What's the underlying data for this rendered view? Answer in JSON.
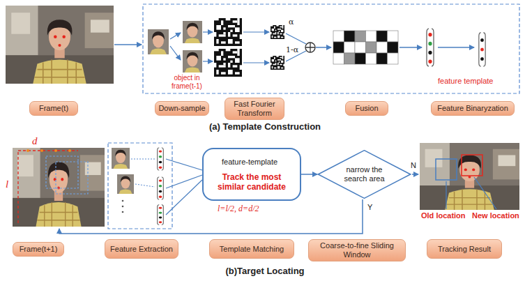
{
  "diagram": {
    "nodes": [
      {
        "text": [
          "Frame(t)"
        ]
      },
      {
        "text": [
          "Down-sample"
        ]
      },
      {
        "text": [
          "Fast Fourier Transform"
        ]
      },
      {
        "text": [
          "Fusion"
        ]
      },
      {
        "text": [
          "Feature Binaryzation"
        ]
      },
      {
        "text": [
          "feature-template",
          "Track the most similar candidate"
        ]
      },
      {
        "text": [
          "narrow the search area"
        ]
      },
      {
        "text": [
          "Frame(t+1)"
        ]
      },
      {
        "text": [
          "Feature Extraction"
        ]
      },
      {
        "text": [
          "Template Matching"
        ]
      },
      {
        "text": [
          "Coarse-to-fine Sliding Window"
        ]
      },
      {
        "text": [
          "Tracking Result"
        ]
      }
    ],
    "edges": [
      {
        "from": 5,
        "to": 6,
        "arrow": "to"
      }
    ],
    "labels": [
      "object in frame(t-1)",
      "α",
      "1-α",
      "feature template",
      "(a) Template Construction",
      "d",
      "l",
      "l=l/2, d=d/2",
      "N",
      "Y",
      "Old location",
      "New location",
      "(b)Target Locating"
    ]
  }
}
